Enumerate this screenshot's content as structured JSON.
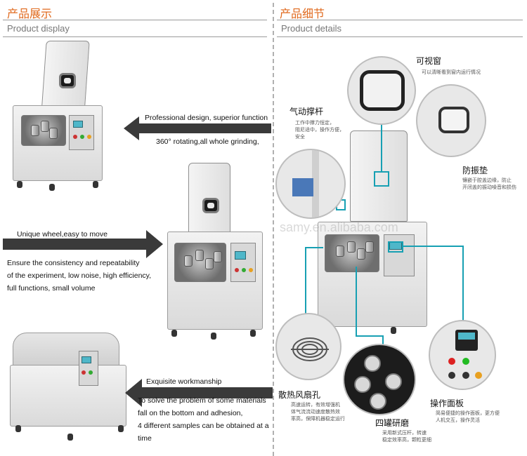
{
  "left_header": {
    "cn": "产品展示",
    "en": "Product display"
  },
  "right_header": {
    "cn": "产品细节",
    "en": "Product details"
  },
  "features": {
    "f1": "Professional design, superior function",
    "f2": "360° rotating,all whole grinding,",
    "f3": "Unique wheel,easy to move",
    "f4_lines": [
      "Ensure the consistency and repeatability",
      "of the experiment, low noise, high efficiency,",
      "full functions, small volume"
    ],
    "f5": "Exquisite workmanship",
    "f6_lines": [
      "To solve the problem of some materials",
      "fall on the bottom and adhesion,",
      "4 different samples can be obtained at a",
      "time"
    ]
  },
  "details": {
    "window": {
      "title": "可视窗",
      "desc": "可以清晰看到窗内运行情况"
    },
    "strut": {
      "title": "气动撑杆",
      "desc_lines": [
        "工作中撑力恒定，",
        "阻尼适中，操作方便，",
        "安全"
      ]
    },
    "shock": {
      "title": "防振垫",
      "desc_lines": [
        "镶嵌于腔盖边缘，防止",
        "开闭盖的振动噪音和损伤"
      ]
    },
    "fan": {
      "title": "散热风扇孔",
      "desc_lines": [
        "高速运转，有效增强机",
        "体气流流动速度散热效",
        "率高，保障机器稳定运行"
      ]
    },
    "jars": {
      "title": "四罐研磨",
      "desc_lines": [
        "采用新式压杆，转速",
        "稳定效率高，颗粒更细"
      ]
    },
    "panel": {
      "title": "操作面板",
      "desc_lines": [
        "简易便捷的操作面板，更方便",
        "人机交互，操作灵活"
      ]
    }
  },
  "watermark": "samy.en.alibaba.com",
  "colors": {
    "header_orange": "#e06a1e",
    "teal": "#17a0b3",
    "arrow_gray": "#3a3a3a"
  }
}
